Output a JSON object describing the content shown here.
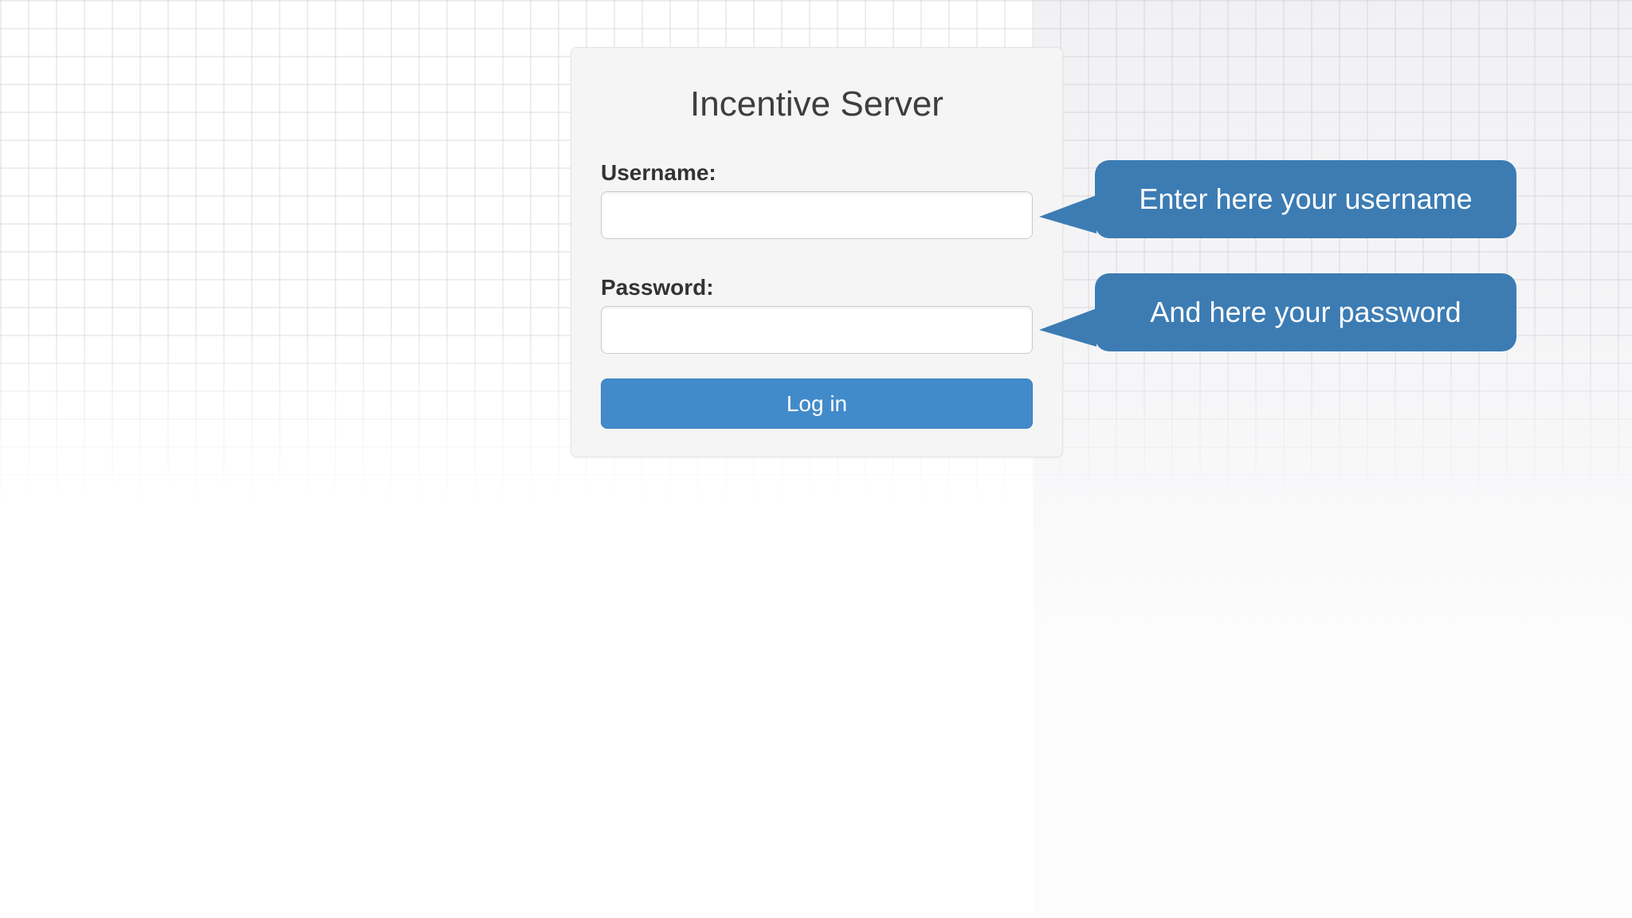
{
  "login_panel": {
    "title": "Incentive Server",
    "username_label": "Username:",
    "username_value": "",
    "password_label": "Password:",
    "password_value": "",
    "login_button_label": "Log in"
  },
  "tooltips": {
    "username": {
      "text": "Enter here your username"
    },
    "password": {
      "text": "And here your password"
    }
  },
  "colors": {
    "tooltip_blue": "#3c7cb3",
    "button_blue": "#428bca",
    "panel_bg": "#f5f5f5",
    "title_text": "#3e3e40",
    "label_text": "#333333"
  }
}
